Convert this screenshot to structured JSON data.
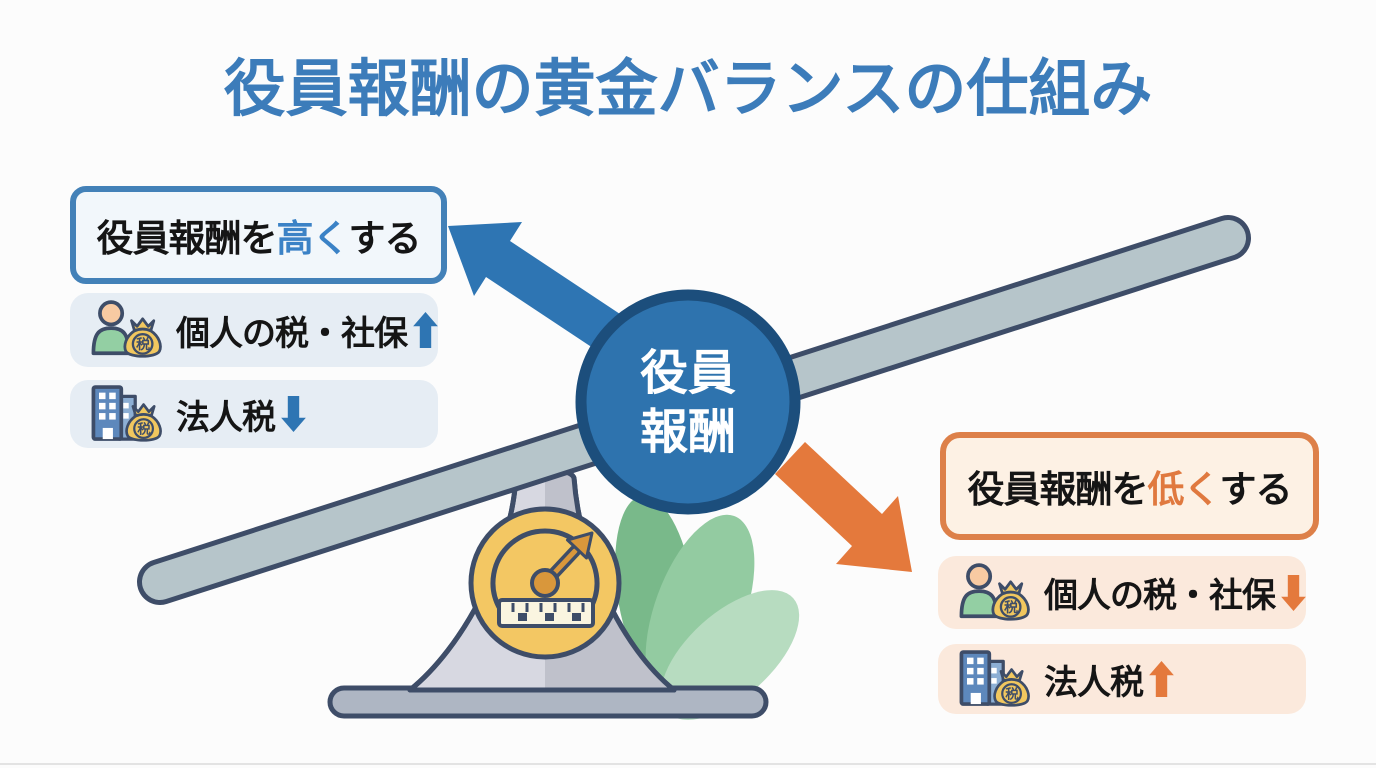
{
  "title": "役員報酬の黄金バランスの仕組み",
  "center_pivot": {
    "line1": "役員",
    "line2": "報酬"
  },
  "left_panel": {
    "header": {
      "prefix": "役員報酬を",
      "highlight": "高く",
      "suffix": "する"
    },
    "items": [
      {
        "icon": "person-with-tax-bag",
        "label": "個人の税・社保",
        "trend": "up"
      },
      {
        "icon": "building-with-tax-bag",
        "label": "法人税",
        "trend": "down"
      }
    ]
  },
  "right_panel": {
    "header": {
      "prefix": "役員報酬を",
      "highlight": "低く",
      "suffix": "する"
    },
    "items": [
      {
        "icon": "person-with-tax-bag",
        "label": "個人の税・社保",
        "trend": "down"
      },
      {
        "icon": "building-with-tax-bag",
        "label": "法人税",
        "trend": "up"
      }
    ]
  },
  "icons": {
    "tax_bag_char": "税"
  },
  "colors": {
    "title_blue": "#3c7cba",
    "accent_blue": "#2e75b3",
    "accent_orange": "#e4793c",
    "highlight_blue": "#3b82c6",
    "highlight_orange": "#e0793f",
    "left_box_border": "#4381b8",
    "left_box_bg": "#f2f7fb",
    "left_row_bg": "#e6edf4",
    "right_box_border": "#dd8049",
    "right_box_bg": "#fdf1e4",
    "right_row_bg": "#fbe9dc",
    "circle_fill": "#2e73ae",
    "circle_border": "#1c4e7c",
    "beam_fill": "#b6c5ca",
    "outline_dark": "#3e4d68",
    "gauge_yellow": "#f3c763",
    "needle_orange": "#d9973b",
    "ruler_fill": "#faf5e0",
    "pedestal_light": "#d7d8e1",
    "pedestal_dark": "#bfc1cb",
    "platform_fill": "#aeb6c3",
    "leaf_dark": "#79b98a",
    "leaf_mid": "#93cba1",
    "leaf_light": "#b7dcc0",
    "bag_fill": "#f1c75f",
    "person_head": "#f8caa2",
    "person_body": "#93cfa3",
    "building_main": "#5d88bc",
    "building_annex": "#8dafd4"
  }
}
